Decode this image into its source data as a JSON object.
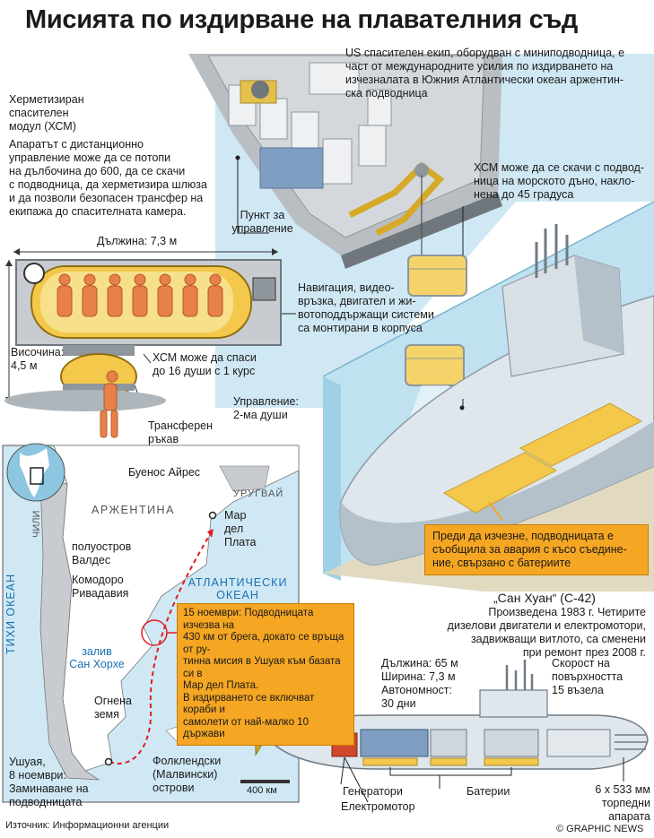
{
  "title": "Мисията по издирване на плавателния съд",
  "intro": "US спасителен екип, оборудван с миниподводница, е\nчаст от международните усилия по издирването на\nизчезналата в Южния Атлантически океан аржентин-\nска подводница",
  "xcm": {
    "name": "Херметизиран\nспасителен\nмодул (ХСМ)",
    "desc": "Апаратът с дистанционно\nуправление може да се потопи\nна дълбочина до 600, да се скачи\nс подводница, да херметизира шлюза\nи да позволи безопасен трансфер на\nекипажа до спасителната камера.",
    "length": "Дължина: 7,3 м",
    "height": "Височина:\n4,5 м",
    "capacity": "ХСМ може да спаси\nдо 16 души с 1 курс",
    "transfer_arm": "Трансферен\nръкав",
    "nav_systems": "Навигация, видео-\nвръзка, двигател и жи-\nвотоподдържащи системи\nса монтирани в корпуса",
    "control": "Управление:\n2-ма души",
    "control_point": "Пункт за\nуправление",
    "dock_note": "ХСМ може да се скачи с подвод-\nница на морското дъно, накло-\nнена до 45 градуса"
  },
  "battery_callout": "Преди да изчезне, подводницата е\nсъобщила за авария с късо съедине-\nние, свързано с батериите",
  "map": {
    "buenos_aires": "Буенос Айрес",
    "uruguay": "УРУГВАЙ",
    "argentina": "АРЖЕНТИНА",
    "mar_del_plata": "Мар\nдел\nПлата",
    "chile": "ЧИЛИ",
    "pacific": "ТИХИ ОКЕАН",
    "valdes": "полуостров\nВалдес",
    "comodoro": "Комодоро\nРивадавия",
    "atlantic": "АТЛАНТИЧЕСКИ\nОКЕАН",
    "san_jorge": "залив\nСан Хорхе",
    "tierra": "Огнена\nземя",
    "ushuaia": "Ушуая,\n8 ноември:\nЗаминаване на\nподводницата",
    "falklands": "Фолклендски\n(Малвински)\nострови",
    "scale": "400 км"
  },
  "map_callout": {
    "line1": "15 ноември: Подводницата изчезва на\n430 км от брега, докато се връща от ру-\nтинна мисия в Ушуая към базата си в\nМар дел Плата.",
    "line2": "В издирването се включват кораби и\nсамолети от най-малко 10 държави"
  },
  "sub": {
    "name": "„Сан Хуан“ (С-42)",
    "desc": "Произведена 1983 г. Четирите\nдизелови двигатели и електромотори,\nзадвижващи витлото, са сменени\nпри ремонт през 2008 г.",
    "specs": "Дължина: 65 м\nШирина: 7,3 м\nАвтономност:\n30 дни",
    "speed": "Скорост на\nповърхността\n15 възела",
    "generators": "Генератори",
    "motor": "Електромотор",
    "batteries": "Батерии",
    "torpedoes": "6 х 533 мм\nторпедни\nапарата"
  },
  "source": "Източник: Информационни агенции",
  "credit": "© GRAPHIC NEWS",
  "colors": {
    "ocean": "#bfe1f0",
    "ocean_deep": "#8cc6e0",
    "sub_body": "#dfe6ec",
    "sub_shadow": "#aab6c0",
    "ship": "#d4d8dc",
    "land": "#ffffff",
    "map_water": "#cfe8f4",
    "chile_land": "#c8ccd0",
    "battery": "#f3c84b",
    "callout": "#f5a623",
    "route": "#e31b23",
    "blue_text": "#1b6fb0"
  }
}
